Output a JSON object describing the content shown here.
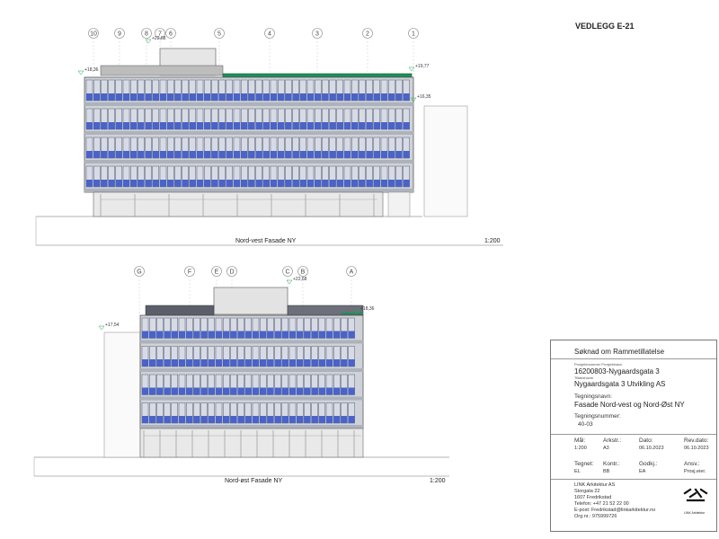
{
  "header": {
    "vedlegg": "VEDLEGG E-21"
  },
  "drawing1": {
    "grid_labels": [
      "10",
      "9",
      "8",
      "7",
      "6",
      "5",
      "4",
      "3",
      "2",
      "1"
    ],
    "elevations": [
      "+22,68",
      "+18,36",
      "+19,77",
      "+16,35"
    ],
    "caption": "Nord-vest Fasade NY",
    "scale": "1:200"
  },
  "drawing2": {
    "grid_labels": [
      "G",
      "F",
      "E",
      "D",
      "C",
      "B",
      "A"
    ],
    "elevations": [
      "+22,68",
      "+18,36",
      "+17,54"
    ],
    "caption": "Nord-øst Fasade NY",
    "scale": "1:200"
  },
  "titleblock": {
    "heading": "Søknad om Rammetillatelse",
    "project_label": "Prosjektnummer Prosjektnavn",
    "project": "16200803-Nygaardsgata 3",
    "client_label": "Tiltakshaver",
    "client": "Nygaardsgata 3 Utvikling AS",
    "drawing_name_label": "Tegningsnavn:",
    "drawing_name": "Fasade Nord-vest og Nord-Øst NY",
    "drawing_number_label": "Tegningsnummer:",
    "drawing_number": "40-03",
    "fields_row1": [
      {
        "label": "Mål:",
        "value": "1:200"
      },
      {
        "label": "Arkstr.:",
        "value": "A3"
      },
      {
        "label": "Dato:",
        "value": "06.10.2023"
      },
      {
        "label": "Rev.dato:",
        "value": "06.10.2023"
      }
    ],
    "fields_row2": [
      {
        "label": "Tegnet:",
        "value": "EL"
      },
      {
        "label": "Kontr.:",
        "value": "BB"
      },
      {
        "label": "Godkj.:",
        "value": "EA"
      },
      {
        "label": "Ansv.:",
        "value": "Prosj.eier."
      }
    ],
    "firm_name": "LINK Arkitektur AS",
    "firm_street": "Storgata 22",
    "firm_city": "1607 Fredrikstad",
    "firm_phone": "Telefon: +47 21 52 22 00",
    "firm_email": "E-post: Fredrikstad@linkarkitektur.no",
    "firm_org": "Org.nr.: 975999726",
    "logo_text": "LINK Arkitektur"
  },
  "colors": {
    "glass": "#4a63c8",
    "green_roof": "#1f8f5a",
    "frame": "#3a3f55"
  }
}
